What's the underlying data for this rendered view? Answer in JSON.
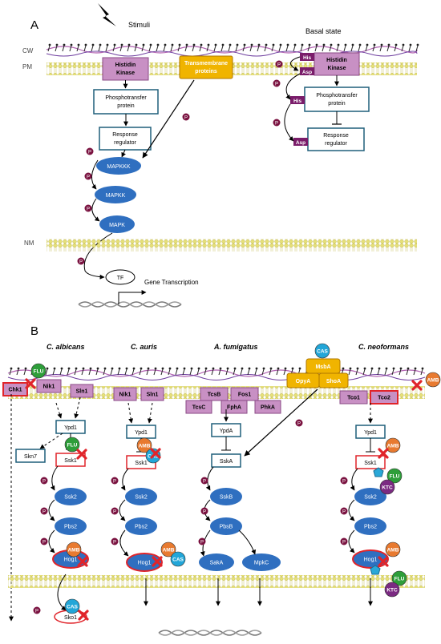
{
  "panel_a": {
    "label": "A",
    "stimuli": "Stimuli",
    "basal_state": "Basal state",
    "cw": "CW",
    "pm": "PM",
    "nm": "NM",
    "histidine_kinase": [
      "Histidin",
      "Kinase"
    ],
    "transmembrane": [
      "Transmembrane",
      "proteins"
    ],
    "phosphotransfer": [
      "Phosphotransfer",
      "protein"
    ],
    "response_regulator": [
      "Response",
      "regulator"
    ],
    "mapkkk": "MAPKKK",
    "mapkk": "MAPKK",
    "mapk": "MAPK",
    "tf": "TF",
    "gene_transcription": "Gene Transcription",
    "his": "His",
    "asp": "Asp",
    "p": "P"
  },
  "panel_b": {
    "label": "B",
    "species": [
      "C. albicans",
      "C. auris",
      "A. fumigatus",
      "C. neoformans"
    ],
    "receptors": {
      "chk1": "Chk1",
      "nik1": "Nik1",
      "sln1": "Sln1",
      "tcsb": "TcsB",
      "tcsc": "TcsC",
      "fos1": "Fos1",
      "fpha": "FphA",
      "phka": "PhkA",
      "msba": "MsbA",
      "opya": "OpyA",
      "shoa": "ShoA",
      "tco1": "Tco1",
      "tco2": "Tco2"
    },
    "ypd1": "Ypd1",
    "ypda": "YpdA",
    "skn7": "Skn7",
    "ssk1": "Ssk1",
    "sska": "SskA",
    "ssk2": "Ssk2",
    "sskb": "SskB",
    "pbs2": "Pbs2",
    "pbsb": "PbsB",
    "hog1": "Hog1",
    "saka": "SakA",
    "mpkc": "MpkC",
    "sko1": "Sko1",
    "drugs": {
      "flu": "FLU",
      "amb": "AMB",
      "cas": "CAS",
      "ktc": "KTC"
    }
  },
  "colors": {
    "receptor_fill": "#c890c4",
    "receptor_stroke": "#8a4a86",
    "mapk_fill": "#2f6fc0",
    "phospho": "#7a1240",
    "tm_fill": "#f0b400",
    "box_stroke": "#1f5f7a",
    "flu": "#2e9e3a",
    "amb": "#e87a30",
    "cas": "#22a6d8",
    "ktc": "#7b2a82",
    "inhibit": "#e0242a"
  }
}
